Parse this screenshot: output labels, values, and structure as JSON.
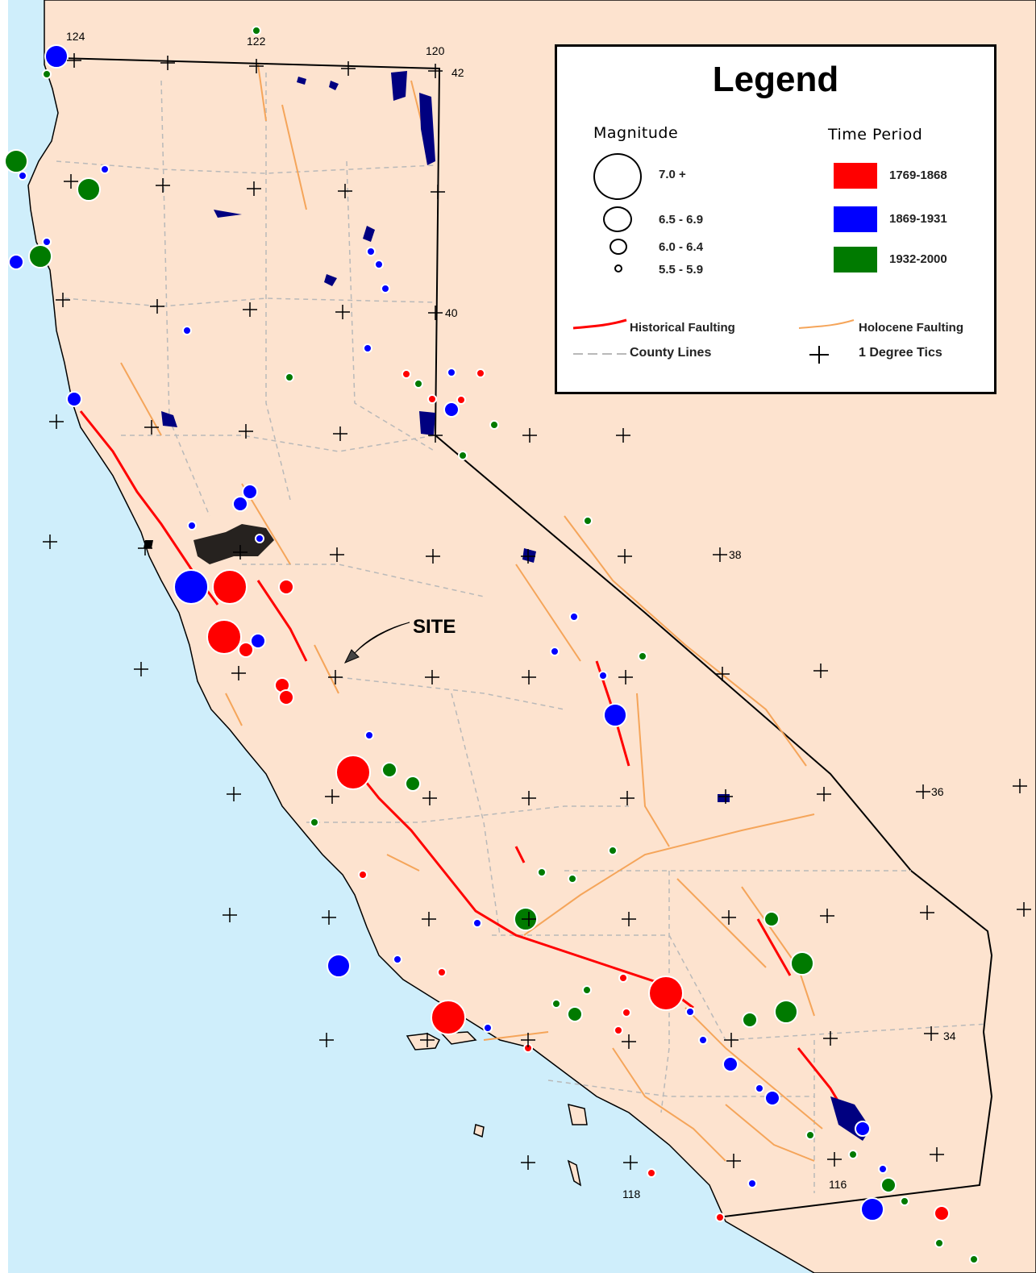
{
  "legend": {
    "title": "Legend",
    "magnitude_header": "Magnitude",
    "time_header": "Time Period",
    "magnitudes": [
      "7.0 +",
      "6.5 - 6.9",
      "6.0 - 6.4",
      "5.5 - 5.9"
    ],
    "periods": [
      {
        "label": "1769-1868",
        "color": "#ff0000"
      },
      {
        "label": "1869-1931",
        "color": "#0000ff"
      },
      {
        "label": "1932-2000",
        "color": "#007a00"
      }
    ],
    "lines": {
      "historical": "Historical Faulting",
      "holocene": "Holocene Faulting",
      "county": "County Lines",
      "tics": "1 Degree Tics"
    }
  },
  "site_label": "SITE",
  "tic_labels": [
    "124",
    "122",
    "120",
    "42",
    "40",
    "38",
    "36",
    "34",
    "118",
    "116"
  ],
  "colors": {
    "ocean": "#cfeefb",
    "land": "#fde3cf",
    "fault_historical": "#ff0000",
    "fault_holocene": "#f5a55a",
    "county": "#b9b9b9",
    "water": "#000080"
  }
}
